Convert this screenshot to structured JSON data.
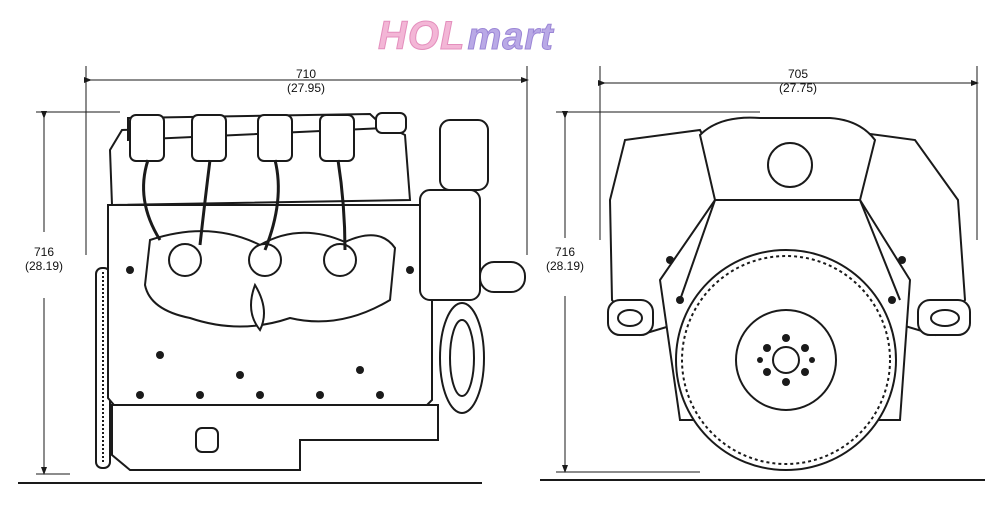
{
  "logo": {
    "part1": "HOL",
    "part2": "mart"
  },
  "side_view": {
    "width": {
      "mm": "710",
      "in": "(27.95)"
    },
    "height": {
      "mm": "716",
      "in": "(28.19)"
    }
  },
  "front_view": {
    "width": {
      "mm": "705",
      "in": "(27.75)"
    },
    "height": {
      "mm": "716",
      "in": "(28.19)"
    }
  },
  "colors": {
    "line": "#1a1a1a",
    "logo_pink": "#f3b6d6",
    "logo_purple": "#b9a9e6"
  }
}
